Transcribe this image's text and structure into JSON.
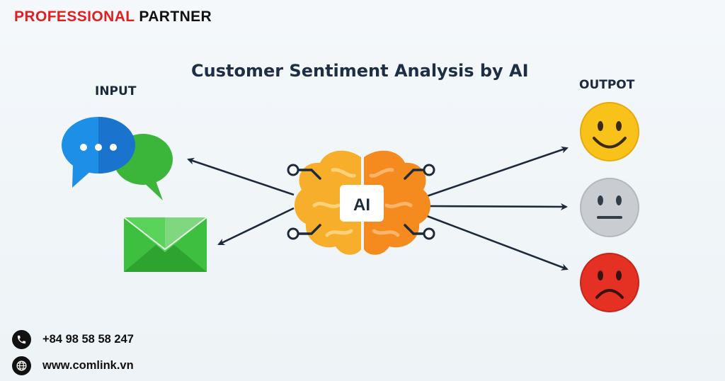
{
  "brand": {
    "part1": "PROFESSIONAL",
    "part2": "PARTNER"
  },
  "title": "Customer Sentiment Analysis by AI",
  "input_label": "INPUT",
  "output_label": "OUTPOT",
  "ai_label": "AI",
  "inputs": [
    {
      "icon": "chat-bubbles-icon"
    },
    {
      "icon": "email-envelope-icon"
    }
  ],
  "outputs": [
    {
      "icon": "happy-face-icon",
      "color": "#f9c21b"
    },
    {
      "icon": "neutral-face-icon",
      "color": "#c9cdd1"
    },
    {
      "icon": "sad-face-icon",
      "color": "#e53024"
    }
  ],
  "colors": {
    "brand_red": "#e0201f",
    "brain_orange": "#f58a1f",
    "brain_yellow": "#f7ae2a",
    "chat_blue": "#1e8fe6",
    "chat_green": "#3bb53a",
    "email_green": "#3fbf3f",
    "arrow": "#1d2a3a"
  },
  "contact": {
    "phone": "+84 98 58 58 247",
    "website": "www.comlink.vn"
  }
}
